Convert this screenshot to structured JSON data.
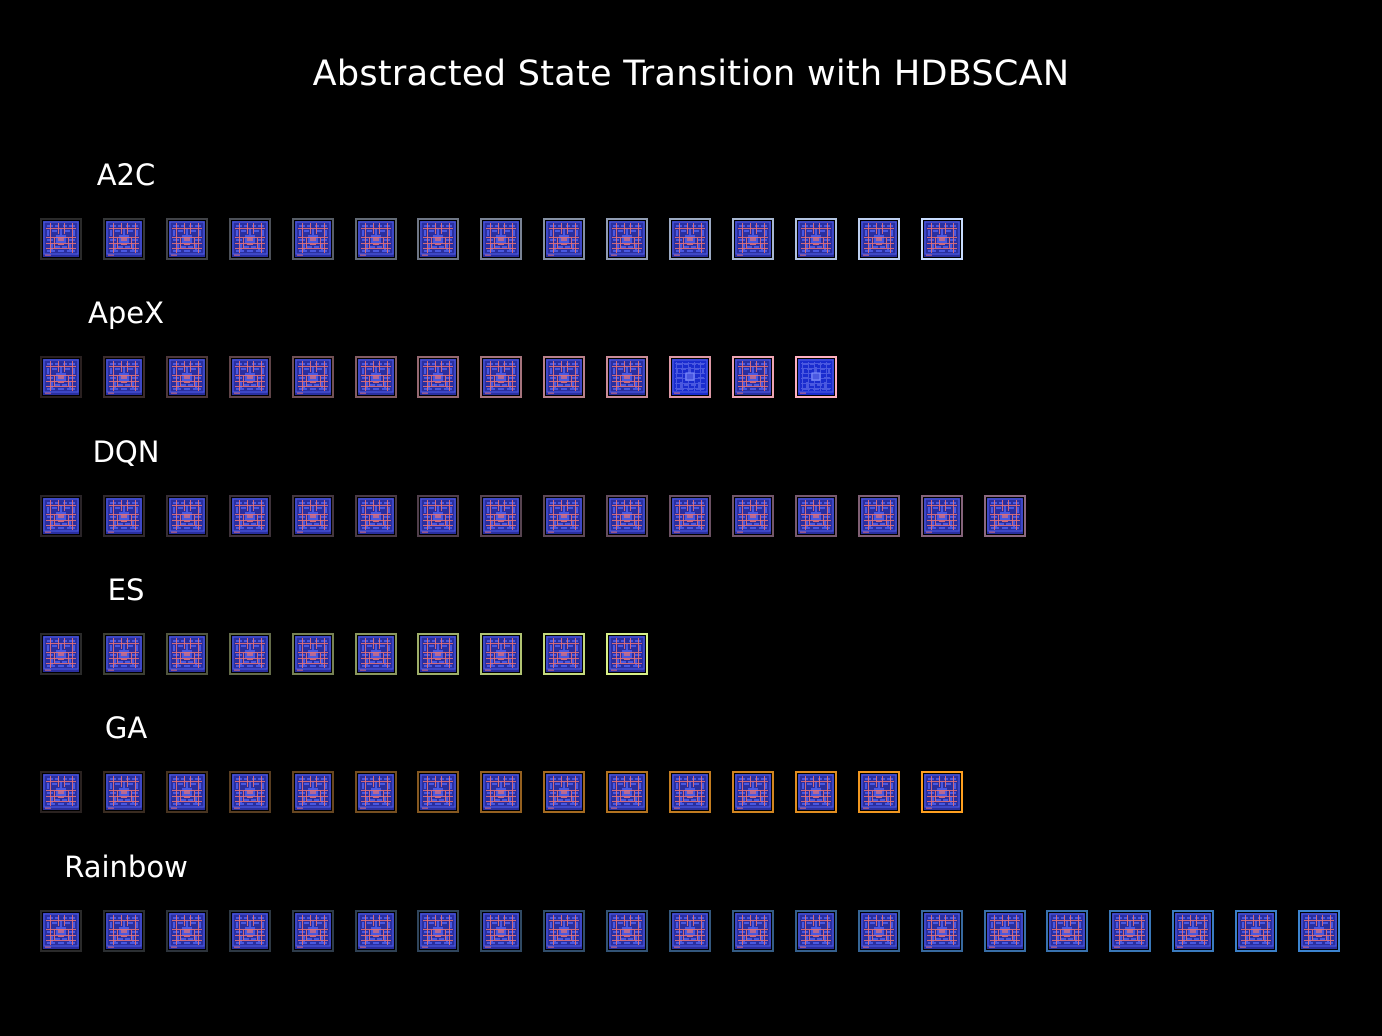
{
  "title": "Abstracted State Transition with HDBSCAN",
  "maze_icon": "pacman-maze-state-thumbnail",
  "colors": {
    "background": "#000000",
    "text": "#ffffff",
    "maze_fill": "#2a2fa0",
    "maze_wall": "#4a58e0",
    "maze_pellet": "#e0707a",
    "maze_dense_fill": "#1a2ccf"
  },
  "rows": [
    {
      "label": "A2C",
      "count": 15,
      "start_color": "#2a2a2a",
      "end_color": "#c8dcff",
      "variants": []
    },
    {
      "label": "ApeX",
      "count": 13,
      "start_color": "#2a2020",
      "end_color": "#ffb0c0",
      "variants": [
        10,
        12
      ]
    },
    {
      "label": "DQN",
      "count": 16,
      "start_color": "#2a2428",
      "end_color": "#8c6880",
      "variants": []
    },
    {
      "label": "ES",
      "count": 10,
      "start_color": "#2a2a2a",
      "end_color": "#d8f088",
      "variants": []
    },
    {
      "label": "GA",
      "count": 15,
      "start_color": "#2a2220",
      "end_color": "#ffa020",
      "variants": []
    },
    {
      "label": "Rainbow",
      "count": 21,
      "start_color": "#2a2a2a",
      "end_color": "#3c84d0",
      "variants": []
    }
  ]
}
